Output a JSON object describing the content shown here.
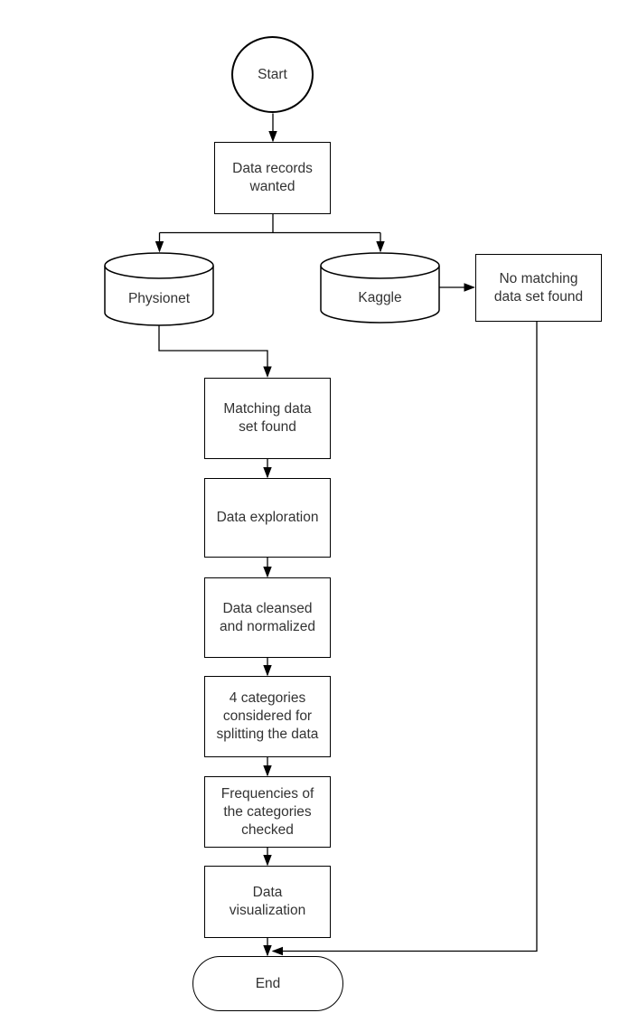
{
  "diagram": {
    "type": "flowchart",
    "colors": {
      "stroke": "#000000",
      "text": "#333333",
      "background": "#ffffff"
    },
    "nodes": {
      "start": {
        "shape": "circle",
        "label": "Start"
      },
      "data_records": {
        "shape": "rectangle",
        "label": "Data records\nwanted"
      },
      "physionet": {
        "shape": "cylinder",
        "label": "Physionet"
      },
      "kaggle": {
        "shape": "cylinder",
        "label": "Kaggle"
      },
      "no_match": {
        "shape": "rectangle",
        "label": "No matching\ndata set found"
      },
      "matching": {
        "shape": "rectangle",
        "label": "Matching data\nset found"
      },
      "exploration": {
        "shape": "rectangle",
        "label": "Data exploration"
      },
      "cleansed": {
        "shape": "rectangle",
        "label": "Data cleansed\nand normalized"
      },
      "categories": {
        "shape": "rectangle",
        "label": "4 categories\nconsidered for\nsplitting the data"
      },
      "frequencies": {
        "shape": "rectangle",
        "label": "Frequencies of\nthe categories\nchecked"
      },
      "visualization": {
        "shape": "rectangle",
        "label": "Data\nvisualization"
      },
      "end": {
        "shape": "stadium",
        "label": "End"
      }
    },
    "edges": [
      {
        "from": "start",
        "to": "data_records"
      },
      {
        "from": "data_records",
        "to": "physionet"
      },
      {
        "from": "data_records",
        "to": "kaggle"
      },
      {
        "from": "kaggle",
        "to": "no_match"
      },
      {
        "from": "physionet",
        "to": "matching"
      },
      {
        "from": "matching",
        "to": "exploration"
      },
      {
        "from": "exploration",
        "to": "cleansed"
      },
      {
        "from": "cleansed",
        "to": "categories"
      },
      {
        "from": "categories",
        "to": "frequencies"
      },
      {
        "from": "frequencies",
        "to": "visualization"
      },
      {
        "from": "visualization",
        "to": "end"
      },
      {
        "from": "no_match",
        "to": "end"
      }
    ]
  }
}
